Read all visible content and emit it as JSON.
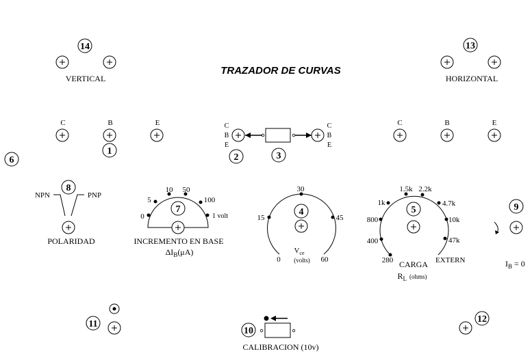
{
  "title": "TRAZADOR DE CURVAS",
  "numbers": {
    "n1": "1",
    "n2": "2",
    "n3": "3",
    "n4": "4",
    "n5": "5",
    "n6": "6",
    "n7": "7",
    "n8": "8",
    "n9": "9",
    "n10": "10",
    "n11": "11",
    "n12": "12",
    "n13": "13",
    "n14": "14"
  },
  "labels": {
    "vertical": "VERTICAL",
    "horizontal": "HORIZONTAL",
    "c": "C",
    "b": "B",
    "e": "E",
    "npn": "NPN",
    "pnp": "PNP",
    "polaridad": "POLARIDAD",
    "incremento": "INCREMENTO EN BASE",
    "delta_ib": "ΔI",
    "delta_ib_sub": "B",
    "delta_ib_unit": "(μA)",
    "vce_v": "V",
    "vce_sub": "ce",
    "vce_unit": "(volts)",
    "carga": "CARGA",
    "rl": "R",
    "rl_sub": "L",
    "rl_unit": "(ohms)",
    "ib_zero": "I",
    "ib_zero_sub": "B",
    "ib_zero_val": " = 0",
    "calibracion": "CALIBRACION (10v)",
    "plus": "+"
  },
  "dial7": {
    "t0": "0",
    "t5": "5",
    "t10": "10",
    "t50": "50",
    "t100": "100",
    "t1v": "1 volt"
  },
  "dial4": {
    "t0": "0",
    "t15": "15",
    "t30": "30",
    "t45": "45",
    "t60": "60"
  },
  "dial5": {
    "t280": "280",
    "t400": "400",
    "t800": "800",
    "t1k": "1k",
    "t15k": "1.5k",
    "t22k": "2.2k",
    "t47k": "4.7k",
    "t10k": "10k",
    "t47kb": "47k",
    "textern": "EXTERN"
  }
}
